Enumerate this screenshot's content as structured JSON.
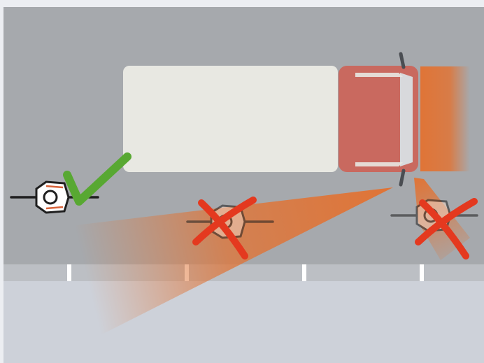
{
  "diagram": {
    "subject": "truck-blind-spot",
    "colors": {
      "road": "#a6a9ad",
      "curb": "#bcbfc4",
      "sidewalk": "#cdd1d9",
      "lane_marker": "#ffffff",
      "trailer": "#e8e8e2",
      "cab": "#c9695f",
      "windshield": "#d8d9dc",
      "blind_spot": "#e07436",
      "check": "#58a832",
      "cross": "#e4391f",
      "cyclist_outline": "#1f1f1f",
      "cyclist_bike": "#d8633a"
    },
    "cyclists": [
      {
        "status": "visible",
        "marker": "check-icon"
      },
      {
        "status": "in-blind-spot",
        "marker": "cross-icon"
      },
      {
        "status": "in-blind-spot",
        "marker": "cross-icon"
      }
    ]
  }
}
